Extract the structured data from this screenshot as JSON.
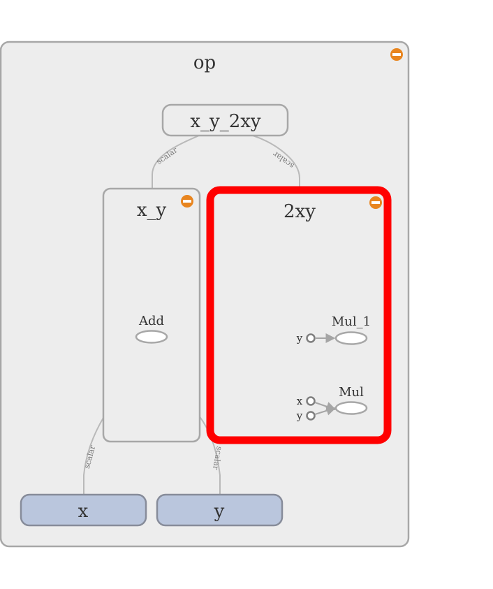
{
  "graph": {
    "outer_group": {
      "label": "op"
    },
    "output_node": {
      "label": "x_y_2xy"
    },
    "group_x_y": {
      "label": "x_y"
    },
    "group_2xy": {
      "label": "2xy"
    },
    "ops": {
      "add": "Add",
      "mul_1": "Mul_1",
      "mul": "Mul"
    },
    "inputs": {
      "x": "x",
      "y": "y",
      "mul_1_in_y": "y",
      "mul_in_x": "x",
      "mul_in_y": "y"
    },
    "edge_label": "scalar"
  },
  "colors": {
    "group_fill": "#ededed",
    "group_stroke": "#a7a7a7",
    "input_fill": "#bac6dd",
    "input_stroke": "#878c9a",
    "selected_stroke": "#ff0000",
    "collapse_icon": "#e8851f"
  }
}
